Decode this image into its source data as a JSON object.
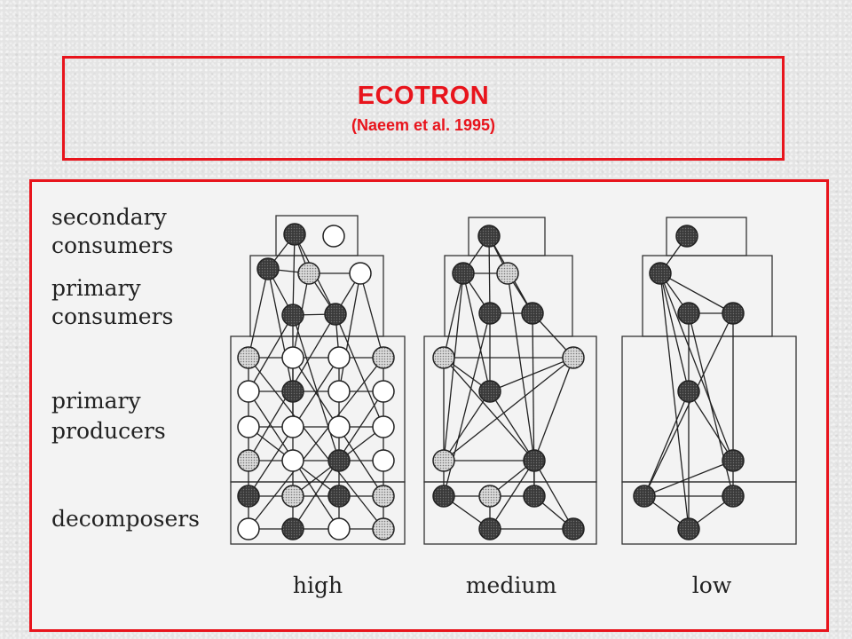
{
  "title": "ECOTRON",
  "subtitle": "(Naeem et al. 1995)",
  "colors": {
    "frame": "#e8141c",
    "dark": "#3a3a3a",
    "gray": "#c4c4c4",
    "white": "#ffffff"
  },
  "trophic_levels": [
    "secondary",
    "consumers",
    "primary",
    "consumers",
    "primary",
    "producers",
    "decomposers"
  ],
  "diversity_levels": [
    "high",
    "medium",
    "low"
  ]
}
